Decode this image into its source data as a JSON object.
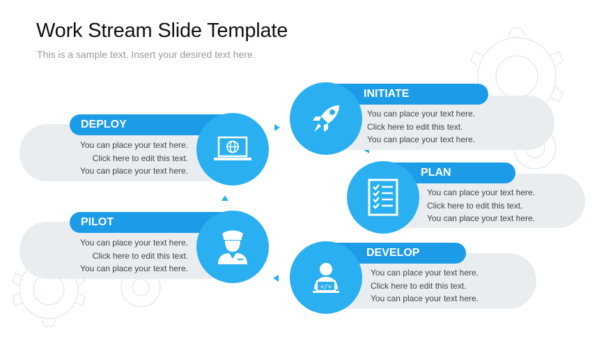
{
  "title": "Work Stream Slide Template",
  "subtitle": "This is a sample text. Insert your desired text here.",
  "colors": {
    "accent": "#2ab0f0",
    "tab": "#1c9be7",
    "pill": "#e9edf0",
    "gear_outline": "#e3ebf1"
  },
  "steps": {
    "initiate": {
      "label": "INITIATE",
      "icon": "rocket-icon",
      "lines": [
        "You can place your text here.",
        "Click here to edit this text.",
        "You can place your text here."
      ]
    },
    "plan": {
      "label": "PLAN",
      "icon": "checklist-icon",
      "lines": [
        "You can place your text here.",
        "Click here to edit this text.",
        "You can place your text here."
      ]
    },
    "develop": {
      "label": "DEVELOP",
      "icon": "developer-icon",
      "lines": [
        "You can place your text here.",
        "Click here to edit this text.",
        "You can place your text here."
      ]
    },
    "pilot": {
      "label": "PILOT",
      "icon": "pilot-icon",
      "lines": [
        "You can place your text here.",
        "Click here to edit this text.",
        "You can place your text here."
      ]
    },
    "deploy": {
      "label": "DEPLOY",
      "icon": "laptop-globe-icon",
      "lines": [
        "You can place your text here.",
        "Click here to edit this text.",
        "You can place your text here."
      ]
    }
  }
}
